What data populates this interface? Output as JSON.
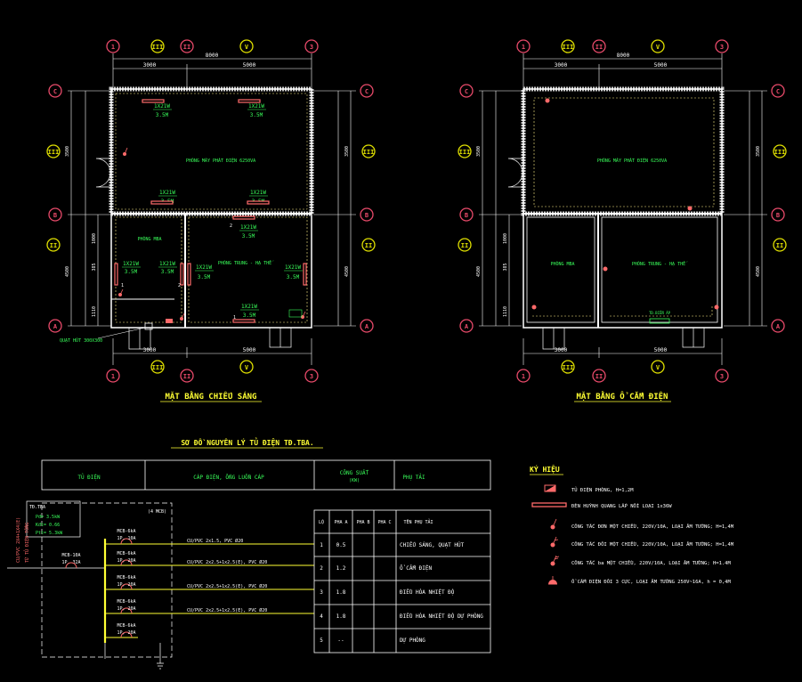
{
  "colors": {
    "bg": "#000000",
    "wall": "#ffffff",
    "dim": "#ffffff",
    "grid_bubble": "#e84a6a",
    "accent_bubble": "#e0e000",
    "text_green": "#39ff5a",
    "title_yellow": "#ffff33",
    "red": "#ff6a6a",
    "dash": "#ffee88"
  },
  "plan_left": {
    "title": "MẶT BẰNG CHIẾU SÁNG",
    "top_dims": {
      "total": "8000",
      "a": "3000",
      "b": "5000"
    },
    "bottom_dims": {
      "a": "3000",
      "b": "5000"
    },
    "side_dims": {
      "r1": "3500",
      "r2": "4500",
      "r3": "1000",
      "r4": "385",
      "r5": "1110"
    },
    "right_dims": {
      "r1": "3500",
      "r2": "4500"
    },
    "room_gen": "PHÒNG MÁY PHÁT ĐIỆN 6250VA",
    "room_a": "PHÒNG MBA",
    "room_b": "PHÒNG TRUNG - HẠ THẾ",
    "light_label": "1X21W",
    "light_len": "3.5M",
    "fan_label": "QUẠT HÚT 300X300",
    "num1": "1",
    "num2": "2"
  },
  "plan_right": {
    "title": "MẶT BẰNG Ổ CẮM ĐIỆN",
    "top_dims": {
      "total": "8000",
      "a": "3000",
      "b": "5000"
    },
    "bottom_dims": {
      "a": "3000",
      "b": "5000"
    },
    "room_gen": "PHÒNG MÁY PHÁT ĐIỆN 6250VA",
    "room_a": "PHÒNG MBA",
    "room_b": "PHÒNG TRUNG - HẠ THẾ",
    "panel_label": "TĐ.BIẾN ÁP"
  },
  "grid": {
    "top": [
      "1",
      "III",
      "II",
      "V",
      "3"
    ],
    "side": [
      "C",
      "III",
      "B",
      "II",
      "A"
    ]
  },
  "schematic": {
    "title": "SƠ ĐỒ NGUYÊN LÝ TỦ ĐIỆN TĐ.TBA.",
    "headers": {
      "panel": "TỦ ĐIỆN",
      "cable": "CÁP ĐIỆN, ỐNG LUỒN CÁP",
      "power": "CÔNG SUẤT",
      "power_unit": "(KW)",
      "load": "PHỤ TẢI"
    },
    "sub_headers": {
      "lo": "LỘ",
      "pa": "PHA A",
      "pb": "PHA B",
      "pc": "PHA C",
      "name": "TÊN PHỤ TẢI"
    },
    "panel_box": {
      "name": "TĐ.TBA",
      "pd": "Pđ= 3.5kW",
      "kdt": "Kđt= 0.66",
      "ptt": "Ptt= 5.3kW"
    },
    "mcb_count": "(4 MCB)",
    "main_mcb": {
      "name": "MCB-10A",
      "poles": "1P, 32A"
    },
    "incoming": {
      "l1": "CU/PVC 2X4+1X4(E)",
      "l2": "TỪ TỦ ĐIỆN TỔNG"
    },
    "branch_mcb": "MCB-6kA",
    "rows": [
      {
        "lo": "1",
        "pa": "0.5",
        "cable": "CU/PVC 2x1.5, PVC Ø20",
        "mcb": "1P, 10A",
        "load": "CHIẾU SÁNG, QUẠT HÚT"
      },
      {
        "lo": "2",
        "pa": "1.2",
        "cable": "CU/PVC 2x2.5+1x2.5(E), PVC Ø20",
        "mcb": "1P, 20A",
        "load": "Ổ CẮM ĐIỆN"
      },
      {
        "lo": "3",
        "pa": "1.8",
        "cable": "CU/PVC 2x2.5+1x2.5(E), PVC Ø20",
        "mcb": "1P, 20A",
        "load": "ĐIỀU HÒA NHIỆT ĐỘ"
      },
      {
        "lo": "4",
        "pa": "1.8",
        "cable": "CU/PVC 2x2.5+1x2.5(E), PVC Ø20",
        "mcb": "1P, 20A",
        "load": "ĐIỀU HÒA NHIỆT ĐỘ DỰ PHÒNG"
      },
      {
        "lo": "5",
        "pa": "--",
        "cable": "",
        "mcb": "1P, 20A",
        "load": "DỰ PHÒNG"
      }
    ]
  },
  "legend": {
    "title": "KÝ HIỆU",
    "items": [
      {
        "text": "TỦ ĐIỆN PHÒNG, H=1,2M"
      },
      {
        "text": "ĐÈN HUỲNH QUANG LẮP NỔI LOẠI 1x36W"
      },
      {
        "text": "CÔNG TẮC ĐƠN MỘT CHIỀU, 220V/10A, LOẠI ÂM TƯỜNG; H=1,4M"
      },
      {
        "text": "CÔNG TẮC ĐÔI MỘT CHIỀU, 220V/10A, LOẠI ÂM TƯỜNG; H=1,4M"
      },
      {
        "text": "CÔNG TẮC ba MỘT CHIỀU, 220V/10A, LOẠI ÂM TƯỜNG; H=1.4M"
      },
      {
        "text": "Ổ CẮM ĐIỆN ĐÔI 3 CỰC, LOẠI ÂM TƯỜNG 250V~16A, h = 0,4M"
      }
    ]
  }
}
